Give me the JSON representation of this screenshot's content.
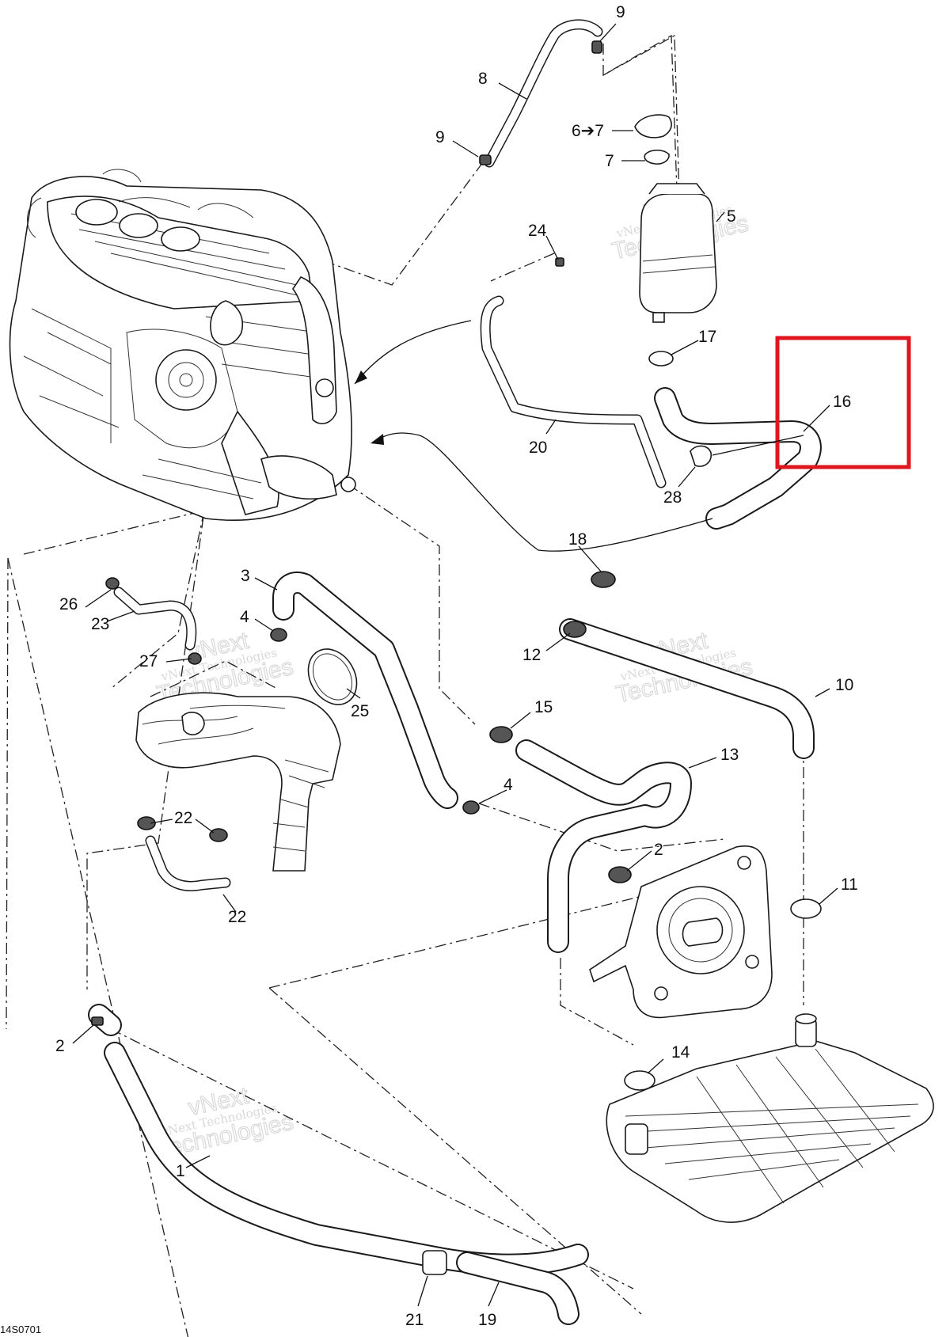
{
  "diagram": {
    "callouts": [
      {
        "id": "c1",
        "text": "1"
      },
      {
        "id": "c2a",
        "text": "2"
      },
      {
        "id": "c2b",
        "text": "2"
      },
      {
        "id": "c3",
        "text": "3"
      },
      {
        "id": "c4a",
        "text": "4"
      },
      {
        "id": "c4b",
        "text": "4"
      },
      {
        "id": "c5",
        "text": "5"
      },
      {
        "id": "c6",
        "text": "6➔7"
      },
      {
        "id": "c7",
        "text": "7"
      },
      {
        "id": "c8",
        "text": "8"
      },
      {
        "id": "c9a",
        "text": "9"
      },
      {
        "id": "c9b",
        "text": "9"
      },
      {
        "id": "c10",
        "text": "10"
      },
      {
        "id": "c11",
        "text": "11"
      },
      {
        "id": "c12",
        "text": "12"
      },
      {
        "id": "c13",
        "text": "13"
      },
      {
        "id": "c14",
        "text": "14"
      },
      {
        "id": "c15",
        "text": "15"
      },
      {
        "id": "c16",
        "text": "16"
      },
      {
        "id": "c17",
        "text": "17"
      },
      {
        "id": "c18",
        "text": "18"
      },
      {
        "id": "c19",
        "text": "19"
      },
      {
        "id": "c20",
        "text": "20"
      },
      {
        "id": "c21",
        "text": "21"
      },
      {
        "id": "c22a",
        "text": "22"
      },
      {
        "id": "c22b",
        "text": "22"
      },
      {
        "id": "c23",
        "text": "23"
      },
      {
        "id": "c24",
        "text": "24"
      },
      {
        "id": "c25",
        "text": "25"
      },
      {
        "id": "c26",
        "text": "26"
      },
      {
        "id": "c27",
        "text": "27"
      },
      {
        "id": "c28",
        "text": "28"
      }
    ],
    "footer_code": "14S0701",
    "watermark": {
      "line1": "vNext Technologies",
      "big1": "vNext",
      "big2": "Technologies"
    },
    "highlight": {
      "target_callout": "16",
      "color": "#e0161e"
    }
  }
}
